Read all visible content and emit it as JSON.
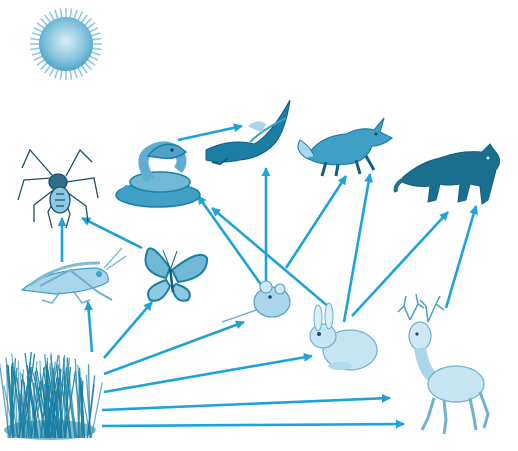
{
  "diagram": {
    "colors": {
      "arrow": "#1ea3d9",
      "organism_dark": "#1a7fa3",
      "organism_mid": "#3f9fc4",
      "organism_light": "#a9d6ea",
      "sun_core": "#6fb8d6",
      "sun_rays": "#8ec9e2"
    },
    "organisms": [
      {
        "id": "sun",
        "icon": "sun-icon"
      },
      {
        "id": "grass",
        "icon": "grass-icon"
      },
      {
        "id": "grasshopper",
        "icon": "grasshopper-icon"
      },
      {
        "id": "butterfly",
        "icon": "butterfly-icon"
      },
      {
        "id": "spider",
        "icon": "spider-icon"
      },
      {
        "id": "snake",
        "icon": "snake-icon"
      },
      {
        "id": "mouse",
        "icon": "mouse-icon"
      },
      {
        "id": "rabbit",
        "icon": "rabbit-icon"
      },
      {
        "id": "deer",
        "icon": "deer-icon"
      },
      {
        "id": "eagle",
        "icon": "eagle-icon"
      },
      {
        "id": "fox",
        "icon": "fox-icon"
      },
      {
        "id": "puma",
        "icon": "puma-icon"
      }
    ],
    "arrows": [
      {
        "from": "grass",
        "to": "grasshopper"
      },
      {
        "from": "grass",
        "to": "butterfly"
      },
      {
        "from": "grass",
        "to": "mouse"
      },
      {
        "from": "grass",
        "to": "rabbit"
      },
      {
        "from": "grass",
        "to": "deer"
      },
      {
        "from": "grasshopper",
        "to": "spider"
      },
      {
        "from": "butterfly",
        "to": "spider"
      },
      {
        "from": "snake",
        "to": "eagle"
      },
      {
        "from": "mouse",
        "to": "snake"
      },
      {
        "from": "mouse",
        "to": "eagle"
      },
      {
        "from": "mouse",
        "to": "fox"
      },
      {
        "from": "rabbit",
        "to": "snake"
      },
      {
        "from": "rabbit",
        "to": "fox"
      },
      {
        "from": "rabbit",
        "to": "puma"
      },
      {
        "from": "deer",
        "to": "puma"
      }
    ]
  }
}
